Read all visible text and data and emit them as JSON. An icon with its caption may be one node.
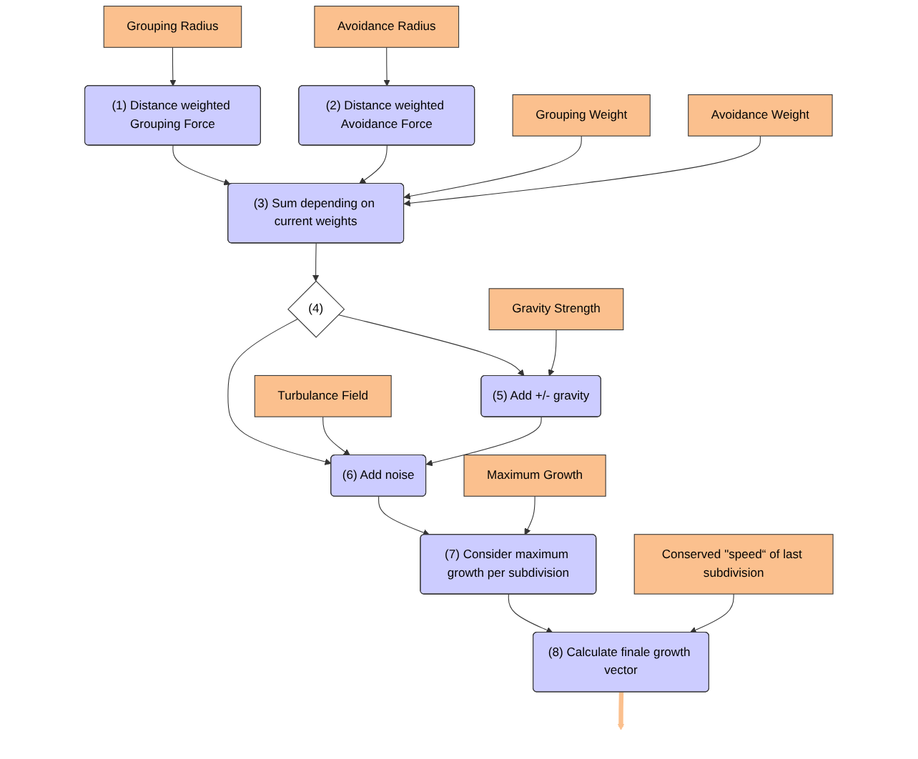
{
  "diagram": {
    "nodes": [
      {
        "text": [
          "Grouping Radius"
        ]
      },
      {
        "text": [
          "Avoidance Radius"
        ]
      },
      {
        "text": [
          "(1) Distance weighted Grouping Force"
        ]
      },
      {
        "text": [
          "(2) Distance weighted Avoidance Force"
        ]
      },
      {
        "text": [
          "Grouping Weight"
        ]
      },
      {
        "text": [
          "(3) Sum depending on current weights"
        ]
      },
      {
        "text": [
          "Avoidance Weight"
        ]
      },
      {
        "text": [
          "Gravity Strength"
        ]
      },
      {
        "text": [
          "(4)"
        ]
      },
      {
        "text": [
          "Turbulance Field"
        ]
      },
      {
        "text": [
          "(5) Add +/- gravity"
        ]
      },
      {
        "text": [
          "(6) Add noise"
        ]
      },
      {
        "text": [
          "Maximum Growth"
        ]
      },
      {
        "text": [
          "(7) Consider maximum growth per subdivision"
        ]
      },
      {
        "text": [
          "Conserved \"speed“ of last subdivision"
        ]
      },
      {
        "text": [
          "(8) Calculate finale growth vector"
        ]
      }
    ],
    "edges": [
      {
        "from": 0,
        "to": 2,
        "arrow": "to"
      },
      {
        "from": 1,
        "to": 3,
        "arrow": "to"
      },
      {
        "from": 2,
        "to": 5,
        "arrow": "to"
      },
      {
        "from": 3,
        "to": 5,
        "arrow": "to"
      },
      {
        "from": 4,
        "to": 5,
        "arrow": "to"
      },
      {
        "from": 6,
        "to": 5,
        "arrow": "to"
      },
      {
        "from": 5,
        "to": 8,
        "arrow": "to"
      },
      {
        "from": 8,
        "to": 10,
        "arrow": "to"
      },
      {
        "from": 8,
        "to": 11,
        "arrow": "to"
      },
      {
        "from": 7,
        "to": 10,
        "arrow": "to"
      },
      {
        "from": 9,
        "to": 11,
        "arrow": "to"
      },
      {
        "from": 10,
        "to": 11,
        "arrow": "to"
      },
      {
        "from": 11,
        "to": 13,
        "arrow": "to"
      },
      {
        "from": 12,
        "to": 13,
        "arrow": "to"
      },
      {
        "from": 13,
        "to": 15,
        "arrow": "to"
      },
      {
        "from": 14,
        "to": 15,
        "arrow": "to"
      },
      {
        "from": 15,
        "to": null,
        "arrow": "to",
        "style": "thick",
        "color": "#fbc08e"
      }
    ]
  }
}
